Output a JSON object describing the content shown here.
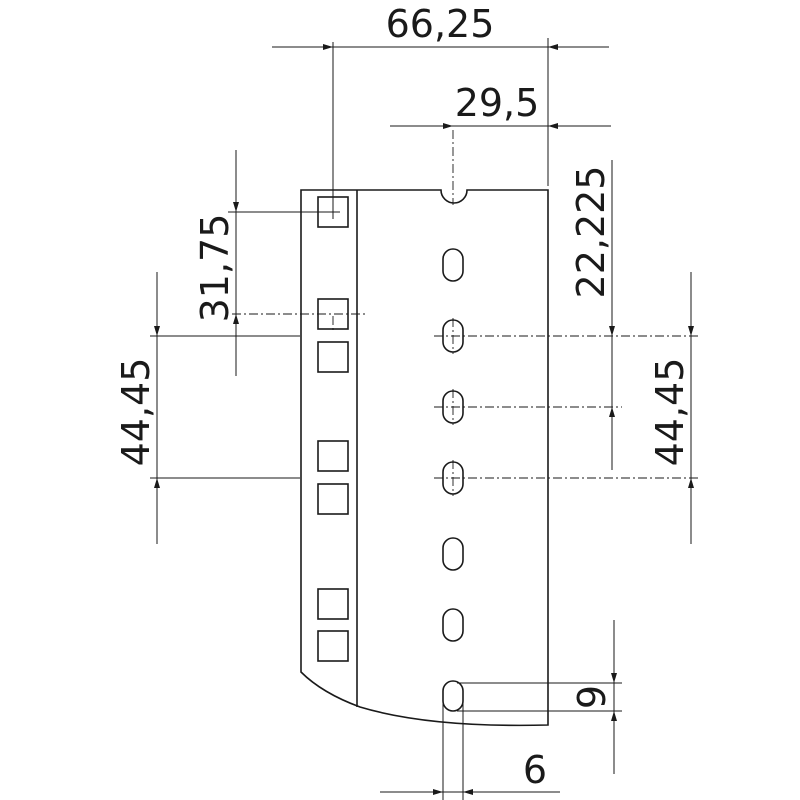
{
  "drawing": {
    "subject": "rack rail mounting profile",
    "colors": {
      "line": "#1a1a1a",
      "background": "#ffffff"
    },
    "dimensions": {
      "overall_width": "66,25",
      "hole_offset": "29,5",
      "square_hole_offset": "31,75",
      "unit_pitch_left": "44,45",
      "half_pitch": "22,225",
      "unit_pitch_right": "44,45",
      "slot_length": "9",
      "slot_width": "6"
    }
  }
}
